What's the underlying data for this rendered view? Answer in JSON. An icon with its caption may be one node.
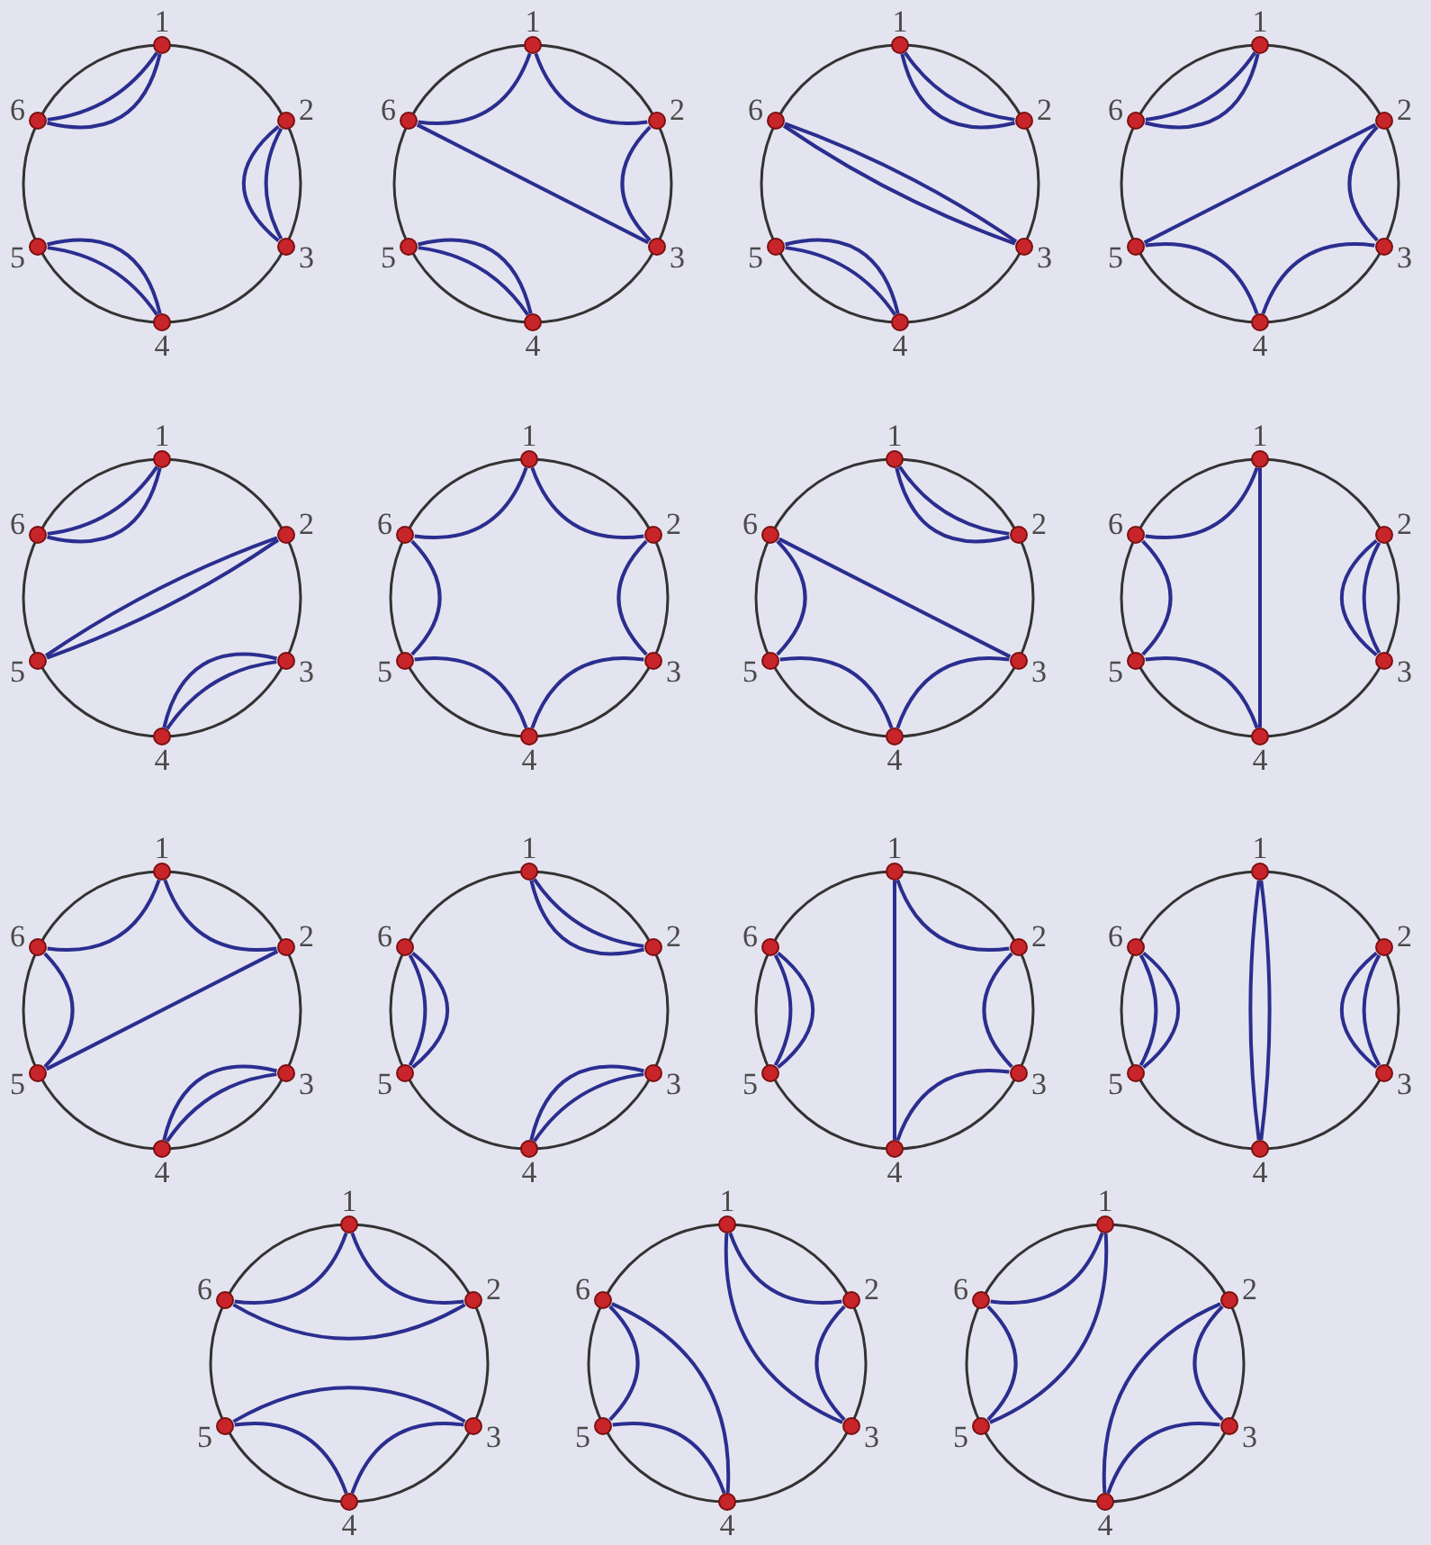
{
  "diagram": {
    "nodes": [
      {
        "text": [],
        "shape": "circle",
        "beside": [
          "1"
        ]
      },
      {
        "text": [],
        "shape": "circle",
        "beside": [
          "2"
        ]
      },
      {
        "text": [],
        "shape": "circle",
        "beside": [
          "3"
        ]
      },
      {
        "text": [],
        "shape": "circle",
        "beside": [
          "4"
        ]
      },
      {
        "text": [],
        "shape": "circle",
        "beside": [
          "5"
        ]
      },
      {
        "text": [],
        "shape": "circle",
        "beside": [
          "6"
        ]
      },
      {
        "text": [],
        "shape": "circle",
        "beside": [
          "1"
        ]
      },
      {
        "text": [],
        "shape": "circle",
        "beside": [
          "2"
        ]
      },
      {
        "text": [],
        "shape": "circle",
        "beside": [
          "3"
        ]
      },
      {
        "text": [],
        "shape": "circle",
        "beside": [
          "4"
        ]
      },
      {
        "text": [],
        "shape": "circle",
        "beside": [
          "5"
        ]
      },
      {
        "text": [],
        "shape": "circle",
        "beside": [
          "6"
        ]
      },
      {
        "text": [],
        "shape": "circle",
        "beside": [
          "1"
        ]
      },
      {
        "text": [],
        "shape": "circle",
        "beside": [
          "2"
        ]
      },
      {
        "text": [],
        "shape": "circle",
        "beside": [
          "3"
        ]
      },
      {
        "text": [],
        "shape": "circle",
        "beside": [
          "4"
        ]
      },
      {
        "text": [],
        "shape": "circle",
        "beside": [
          "5"
        ]
      },
      {
        "text": [],
        "shape": "circle",
        "beside": [
          "6"
        ]
      },
      {
        "text": [],
        "shape": "circle",
        "beside": [
          "1"
        ]
      },
      {
        "text": [],
        "shape": "circle",
        "beside": [
          "2"
        ]
      },
      {
        "text": [],
        "shape": "circle",
        "beside": [
          "3"
        ]
      },
      {
        "text": [],
        "shape": "circle",
        "beside": [
          "4"
        ]
      },
      {
        "text": [],
        "shape": "circle",
        "beside": [
          "5"
        ]
      },
      {
        "text": [],
        "shape": "circle",
        "beside": [
          "6"
        ]
      },
      {
        "text": [],
        "shape": "circle",
        "beside": [
          "1"
        ]
      },
      {
        "text": [],
        "shape": "circle",
        "beside": [
          "2"
        ]
      },
      {
        "text": [],
        "shape": "circle",
        "beside": [
          "3"
        ]
      },
      {
        "text": [],
        "shape": "circle",
        "beside": [
          "4"
        ]
      },
      {
        "text": [],
        "shape": "circle",
        "beside": [
          "5"
        ]
      },
      {
        "text": [],
        "shape": "circle",
        "beside": [
          "6"
        ]
      },
      {
        "text": [],
        "shape": "circle",
        "beside": [
          "1"
        ]
      },
      {
        "text": [],
        "shape": "circle",
        "beside": [
          "2"
        ]
      },
      {
        "text": [],
        "shape": "circle",
        "beside": [
          "3"
        ]
      },
      {
        "text": [],
        "shape": "circle",
        "beside": [
          "4"
        ]
      },
      {
        "text": [],
        "shape": "circle",
        "beside": [
          "5"
        ]
      },
      {
        "text": [],
        "shape": "circle",
        "beside": [
          "6"
        ]
      },
      {
        "text": [],
        "shape": "circle",
        "beside": [
          "1"
        ]
      },
      {
        "text": [],
        "shape": "circle",
        "beside": [
          "2"
        ]
      },
      {
        "text": [],
        "shape": "circle",
        "beside": [
          "3"
        ]
      },
      {
        "text": [],
        "shape": "circle",
        "beside": [
          "4"
        ]
      },
      {
        "text": [],
        "shape": "circle",
        "beside": [
          "5"
        ]
      },
      {
        "text": [],
        "shape": "circle",
        "beside": [
          "6"
        ]
      },
      {
        "text": [],
        "shape": "circle",
        "beside": [
          "1"
        ]
      },
      {
        "text": [],
        "shape": "circle",
        "beside": [
          "2"
        ]
      },
      {
        "text": [],
        "shape": "circle",
        "beside": [
          "3"
        ]
      },
      {
        "text": [],
        "shape": "circle",
        "beside": [
          "4"
        ]
      },
      {
        "text": [],
        "shape": "circle",
        "beside": [
          "5"
        ]
      },
      {
        "text": [],
        "shape": "circle",
        "beside": [
          "6"
        ]
      },
      {
        "text": [],
        "shape": "circle",
        "beside": [
          "1"
        ]
      },
      {
        "text": [],
        "shape": "circle",
        "beside": [
          "2"
        ]
      },
      {
        "text": [],
        "shape": "circle",
        "beside": [
          "3"
        ]
      },
      {
        "text": [],
        "shape": "circle",
        "beside": [
          "4"
        ]
      },
      {
        "text": [],
        "shape": "circle",
        "beside": [
          "5"
        ]
      },
      {
        "text": [],
        "shape": "circle",
        "beside": [
          "6"
        ]
      },
      {
        "text": [],
        "shape": "circle",
        "beside": [
          "1"
        ]
      },
      {
        "text": [],
        "shape": "circle",
        "beside": [
          "2"
        ]
      },
      {
        "text": [],
        "shape": "circle",
        "beside": [
          "3"
        ]
      },
      {
        "text": [],
        "shape": "circle",
        "beside": [
          "4"
        ]
      },
      {
        "text": [],
        "shape": "circle",
        "beside": [
          "5"
        ]
      },
      {
        "text": [],
        "shape": "circle",
        "beside": [
          "6"
        ]
      },
      {
        "text": [],
        "shape": "circle",
        "beside": [
          "1"
        ]
      },
      {
        "text": [],
        "shape": "circle",
        "beside": [
          "2"
        ]
      },
      {
        "text": [],
        "shape": "circle",
        "beside": [
          "3"
        ]
      },
      {
        "text": [],
        "shape": "circle",
        "beside": [
          "4"
        ]
      },
      {
        "text": [],
        "shape": "circle",
        "beside": [
          "5"
        ]
      },
      {
        "text": [],
        "shape": "circle",
        "beside": [
          "6"
        ]
      },
      {
        "text": [],
        "shape": "circle",
        "beside": [
          "1"
        ]
      },
      {
        "text": [],
        "shape": "circle",
        "beside": [
          "2"
        ]
      },
      {
        "text": [],
        "shape": "circle",
        "beside": [
          "3"
        ]
      },
      {
        "text": [],
        "shape": "circle",
        "beside": [
          "4"
        ]
      },
      {
        "text": [],
        "shape": "circle",
        "beside": [
          "5"
        ]
      },
      {
        "text": [],
        "shape": "circle",
        "beside": [
          "6"
        ]
      },
      {
        "text": [],
        "shape": "circle",
        "beside": [
          "1"
        ]
      },
      {
        "text": [],
        "shape": "circle",
        "beside": [
          "2"
        ]
      },
      {
        "text": [],
        "shape": "circle",
        "beside": [
          "3"
        ]
      },
      {
        "text": [],
        "shape": "circle",
        "beside": [
          "4"
        ]
      },
      {
        "text": [],
        "shape": "circle",
        "beside": [
          "5"
        ]
      },
      {
        "text": [],
        "shape": "circle",
        "beside": [
          "6"
        ]
      },
      {
        "text": [],
        "shape": "circle",
        "beside": [
          "1"
        ]
      },
      {
        "text": [],
        "shape": "circle",
        "beside": [
          "2"
        ]
      },
      {
        "text": [],
        "shape": "circle",
        "beside": [
          "3"
        ]
      },
      {
        "text": [],
        "shape": "circle",
        "beside": [
          "4"
        ]
      },
      {
        "text": [],
        "shape": "circle",
        "beside": [
          "5"
        ]
      },
      {
        "text": [],
        "shape": "circle",
        "beside": [
          "6"
        ]
      },
      {
        "text": [],
        "shape": "circle",
        "beside": [
          "1"
        ]
      },
      {
        "text": [],
        "shape": "circle",
        "beside": [
          "2"
        ]
      },
      {
        "text": [],
        "shape": "circle",
        "beside": [
          "3"
        ]
      },
      {
        "text": [],
        "shape": "circle",
        "beside": [
          "4"
        ]
      },
      {
        "text": [],
        "shape": "circle",
        "beside": [
          "5"
        ]
      },
      {
        "text": [],
        "shape": "circle",
        "beside": [
          "6"
        ]
      }
    ],
    "edges": [
      {
        "from": 0,
        "to": 5,
        "arrow": "none"
      },
      {
        "from": 0,
        "to": 5,
        "arrow": "none"
      },
      {
        "from": 1,
        "to": 2,
        "arrow": "none"
      },
      {
        "from": 1,
        "to": 2,
        "arrow": "none"
      },
      {
        "from": 4,
        "to": 3,
        "arrow": "none"
      },
      {
        "from": 4,
        "to": 3,
        "arrow": "none"
      },
      {
        "from": 6,
        "to": 11,
        "arrow": "none"
      },
      {
        "from": 6,
        "to": 7,
        "arrow": "none"
      },
      {
        "from": 7,
        "to": 8,
        "arrow": "none"
      },
      {
        "from": 11,
        "to": 8,
        "arrow": "none"
      },
      {
        "from": 10,
        "to": 9,
        "arrow": "none"
      },
      {
        "from": 10,
        "to": 9,
        "arrow": "none"
      },
      {
        "from": 12,
        "to": 13,
        "arrow": "none"
      },
      {
        "from": 12,
        "to": 13,
        "arrow": "none"
      },
      {
        "from": 17,
        "to": 14,
        "arrow": "none"
      },
      {
        "from": 17,
        "to": 14,
        "arrow": "none"
      },
      {
        "from": 16,
        "to": 15,
        "arrow": "none"
      },
      {
        "from": 16,
        "to": 15,
        "arrow": "none"
      },
      {
        "from": 18,
        "to": 23,
        "arrow": "none"
      },
      {
        "from": 18,
        "to": 23,
        "arrow": "none"
      },
      {
        "from": 19,
        "to": 22,
        "arrow": "none"
      },
      {
        "from": 19,
        "to": 20,
        "arrow": "none"
      },
      {
        "from": 20,
        "to": 21,
        "arrow": "none"
      },
      {
        "from": 21,
        "to": 22,
        "arrow": "none"
      },
      {
        "from": 24,
        "to": 29,
        "arrow": "none"
      },
      {
        "from": 24,
        "to": 29,
        "arrow": "none"
      },
      {
        "from": 25,
        "to": 28,
        "arrow": "none"
      },
      {
        "from": 25,
        "to": 28,
        "arrow": "none"
      },
      {
        "from": 26,
        "to": 27,
        "arrow": "none"
      },
      {
        "from": 26,
        "to": 27,
        "arrow": "none"
      },
      {
        "from": 30,
        "to": 31,
        "arrow": "none"
      },
      {
        "from": 31,
        "to": 32,
        "arrow": "none"
      },
      {
        "from": 32,
        "to": 33,
        "arrow": "none"
      },
      {
        "from": 33,
        "to": 34,
        "arrow": "none"
      },
      {
        "from": 34,
        "to": 35,
        "arrow": "none"
      },
      {
        "from": 35,
        "to": 30,
        "arrow": "none"
      },
      {
        "from": 36,
        "to": 37,
        "arrow": "none"
      },
      {
        "from": 36,
        "to": 37,
        "arrow": "none"
      },
      {
        "from": 41,
        "to": 38,
        "arrow": "none"
      },
      {
        "from": 41,
        "to": 40,
        "arrow": "none"
      },
      {
        "from": 40,
        "to": 39,
        "arrow": "none"
      },
      {
        "from": 39,
        "to": 38,
        "arrow": "none"
      },
      {
        "from": 42,
        "to": 45,
        "arrow": "none"
      },
      {
        "from": 42,
        "to": 47,
        "arrow": "none"
      },
      {
        "from": 47,
        "to": 46,
        "arrow": "none"
      },
      {
        "from": 46,
        "to": 45,
        "arrow": "none"
      },
      {
        "from": 43,
        "to": 44,
        "arrow": "none"
      },
      {
        "from": 43,
        "to": 44,
        "arrow": "none"
      },
      {
        "from": 48,
        "to": 53,
        "arrow": "none"
      },
      {
        "from": 48,
        "to": 49,
        "arrow": "none"
      },
      {
        "from": 49,
        "to": 52,
        "arrow": "none"
      },
      {
        "from": 53,
        "to": 52,
        "arrow": "none"
      },
      {
        "from": 50,
        "to": 51,
        "arrow": "none"
      },
      {
        "from": 50,
        "to": 51,
        "arrow": "none"
      },
      {
        "from": 54,
        "to": 55,
        "arrow": "none"
      },
      {
        "from": 54,
        "to": 55,
        "arrow": "none"
      },
      {
        "from": 59,
        "to": 58,
        "arrow": "none"
      },
      {
        "from": 59,
        "to": 58,
        "arrow": "none"
      },
      {
        "from": 56,
        "to": 57,
        "arrow": "none"
      },
      {
        "from": 56,
        "to": 57,
        "arrow": "none"
      },
      {
        "from": 60,
        "to": 63,
        "arrow": "none"
      },
      {
        "from": 60,
        "to": 61,
        "arrow": "none"
      },
      {
        "from": 61,
        "to": 62,
        "arrow": "none"
      },
      {
        "from": 62,
        "to": 63,
        "arrow": "none"
      },
      {
        "from": 65,
        "to": 64,
        "arrow": "none"
      },
      {
        "from": 65,
        "to": 64,
        "arrow": "none"
      },
      {
        "from": 66,
        "to": 69,
        "arrow": "none"
      },
      {
        "from": 66,
        "to": 69,
        "arrow": "none"
      },
      {
        "from": 71,
        "to": 70,
        "arrow": "none"
      },
      {
        "from": 71,
        "to": 70,
        "arrow": "none"
      },
      {
        "from": 67,
        "to": 68,
        "arrow": "none"
      },
      {
        "from": 67,
        "to": 68,
        "arrow": "none"
      },
      {
        "from": 72,
        "to": 77,
        "arrow": "none"
      },
      {
        "from": 72,
        "to": 73,
        "arrow": "none"
      },
      {
        "from": 77,
        "to": 73,
        "arrow": "none"
      },
      {
        "from": 76,
        "to": 74,
        "arrow": "none"
      },
      {
        "from": 76,
        "to": 75,
        "arrow": "none"
      },
      {
        "from": 75,
        "to": 74,
        "arrow": "none"
      },
      {
        "from": 78,
        "to": 79,
        "arrow": "none"
      },
      {
        "from": 78,
        "to": 80,
        "arrow": "none"
      },
      {
        "from": 79,
        "to": 80,
        "arrow": "none"
      },
      {
        "from": 83,
        "to": 82,
        "arrow": "none"
      },
      {
        "from": 83,
        "to": 81,
        "arrow": "none"
      },
      {
        "from": 82,
        "to": 81,
        "arrow": "none"
      },
      {
        "from": 84,
        "to": 89,
        "arrow": "none"
      },
      {
        "from": 84,
        "to": 88,
        "arrow": "none"
      },
      {
        "from": 89,
        "to": 88,
        "arrow": "none"
      },
      {
        "from": 85,
        "to": 86,
        "arrow": "none"
      },
      {
        "from": 85,
        "to": 87,
        "arrow": "none"
      },
      {
        "from": 86,
        "to": 87,
        "arrow": "none"
      }
    ]
  }
}
